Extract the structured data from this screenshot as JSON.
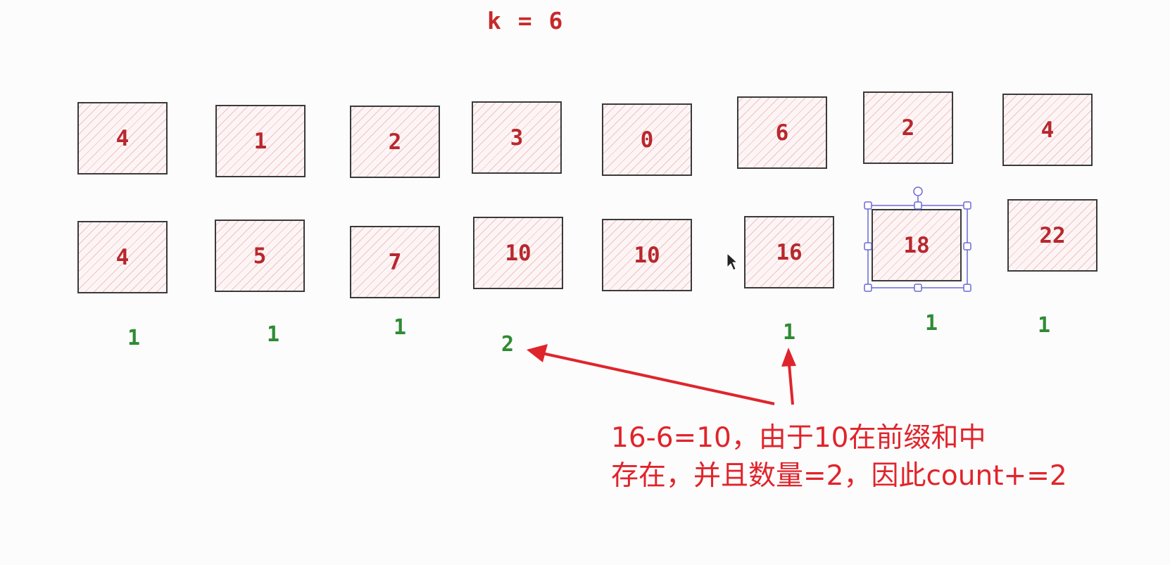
{
  "title": "k = 6",
  "nums": [
    "4",
    "1",
    "2",
    "3",
    "0",
    "6",
    "2",
    "4"
  ],
  "prefix": [
    "4",
    "5",
    "7",
    "10",
    "10",
    "16",
    "18",
    "22"
  ],
  "counts": [
    "1",
    "1",
    "1",
    "2",
    "1",
    "1",
    "1"
  ],
  "note": {
    "line1": "16-6=10，由于10在前缀和中",
    "line2": "存在，并且数量=2，因此count+=2"
  },
  "colors": {
    "number_text": "#b8282e",
    "count_text": "#2e8b34",
    "annotation": "#e0242c",
    "selection": "#6a6ad8"
  }
}
